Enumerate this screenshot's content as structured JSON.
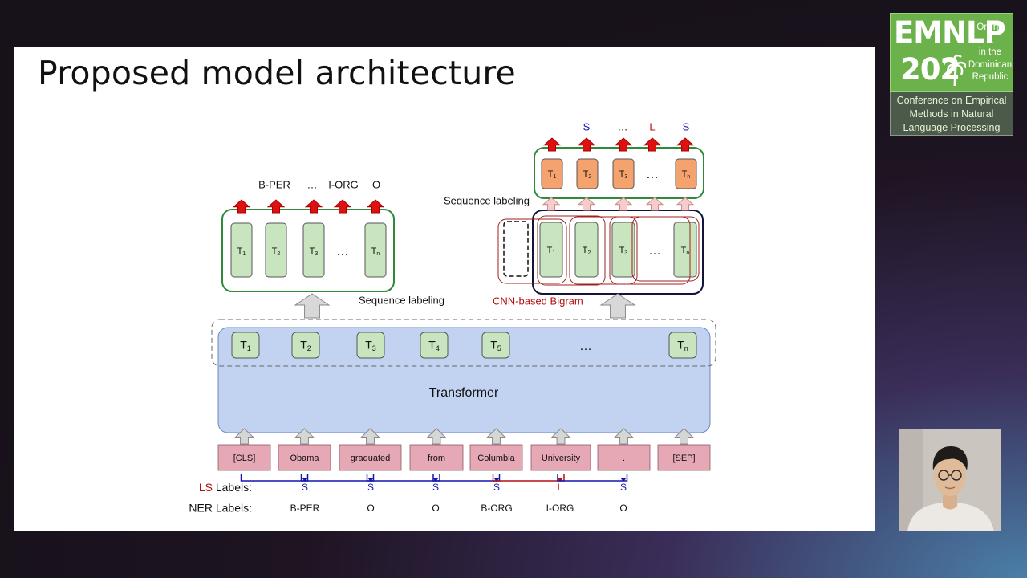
{
  "slide": {
    "title": "Proposed model architecture"
  },
  "badge": {
    "name": "EMNLP",
    "year": "202",
    "side_lines": [
      "Online",
      "&",
      "in the",
      "Dominican",
      "Republic"
    ],
    "subtitle_lines": [
      "Conference on Empirical",
      "Methods in Natural",
      "Language Processing"
    ]
  },
  "diagram": {
    "input_tokens": [
      "[CLS]",
      "Obama",
      "graduated",
      "from",
      "Columbia",
      "University",
      ".",
      "[SEP]"
    ],
    "ls_labels": {
      "prefix": "LS",
      "suffix": " Labels:",
      "values": [
        "S",
        "S",
        "S",
        "S",
        "L",
        "S"
      ]
    },
    "ner_labels": {
      "title": "NER Labels:",
      "values": [
        "B-PER",
        "O",
        "O",
        "B-ORG",
        "I-ORG",
        "O"
      ]
    },
    "transformer": {
      "label": "Transformer",
      "tokens": [
        "T1",
        "T2",
        "T3",
        "T4",
        "T5",
        "…",
        "Tn"
      ]
    },
    "ner_head": {
      "outputs": [
        "B-PER",
        "…",
        "I-ORG",
        "O"
      ],
      "tokens": [
        "T1",
        "T2",
        "T3",
        "…",
        "Tn"
      ],
      "caption": "Sequence labeling"
    },
    "ls_head": {
      "outputs": [
        "S",
        "…",
        "L",
        "S"
      ],
      "top_tokens": [
        "T1",
        "T2",
        "T3",
        "…",
        "Tn"
      ],
      "bottom_tokens": [
        "T1",
        "T2",
        "T3",
        "…",
        "Tn"
      ],
      "sequence_caption": "Sequence labeling",
      "cnn_caption": "CNN-based Bigram"
    },
    "colors": {
      "green_box": "#c9e5c0",
      "orange_box": "#f5a36e",
      "blue_box": "#c2d3f2",
      "pink_box": "#e6a8b5",
      "blue_label": "#1515b0",
      "red_label": "#b01010"
    }
  }
}
